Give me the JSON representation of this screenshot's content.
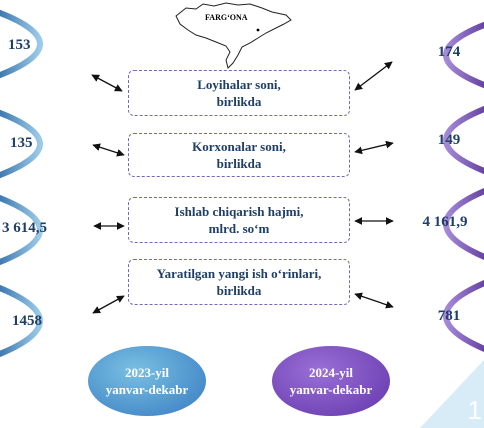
{
  "map": {
    "label": "FARG‘ONA"
  },
  "left_values": [
    "153",
    "135",
    "3 614,5",
    "1458"
  ],
  "right_values": [
    "174",
    "149",
    "4 161,9",
    "781"
  ],
  "metrics": [
    {
      "line1": "Loyihalar soni,",
      "line2": "birlikda"
    },
    {
      "line1": "Korxonalar soni,",
      "line2": "birlikda"
    },
    {
      "line1": "Ishlab chiqarish hajmi,",
      "line2": "mlrd. so‘m"
    },
    {
      "line1": "Yaratilgan yangi ish o‘rinlari,",
      "line2": "birlikda"
    }
  ],
  "legend": {
    "left": {
      "line1": "2023-yil",
      "line2": "yanvar-dekabr"
    },
    "right": {
      "line1": "2024-yil",
      "line2": "yanvar-dekabr"
    }
  },
  "page_number": "1",
  "colors": {
    "left_arc": "#6fb0de",
    "right_arc": "#8a63c9",
    "text": "#1f3f66",
    "box_border": "#7a64b8",
    "corner": "#d7ecf7"
  }
}
